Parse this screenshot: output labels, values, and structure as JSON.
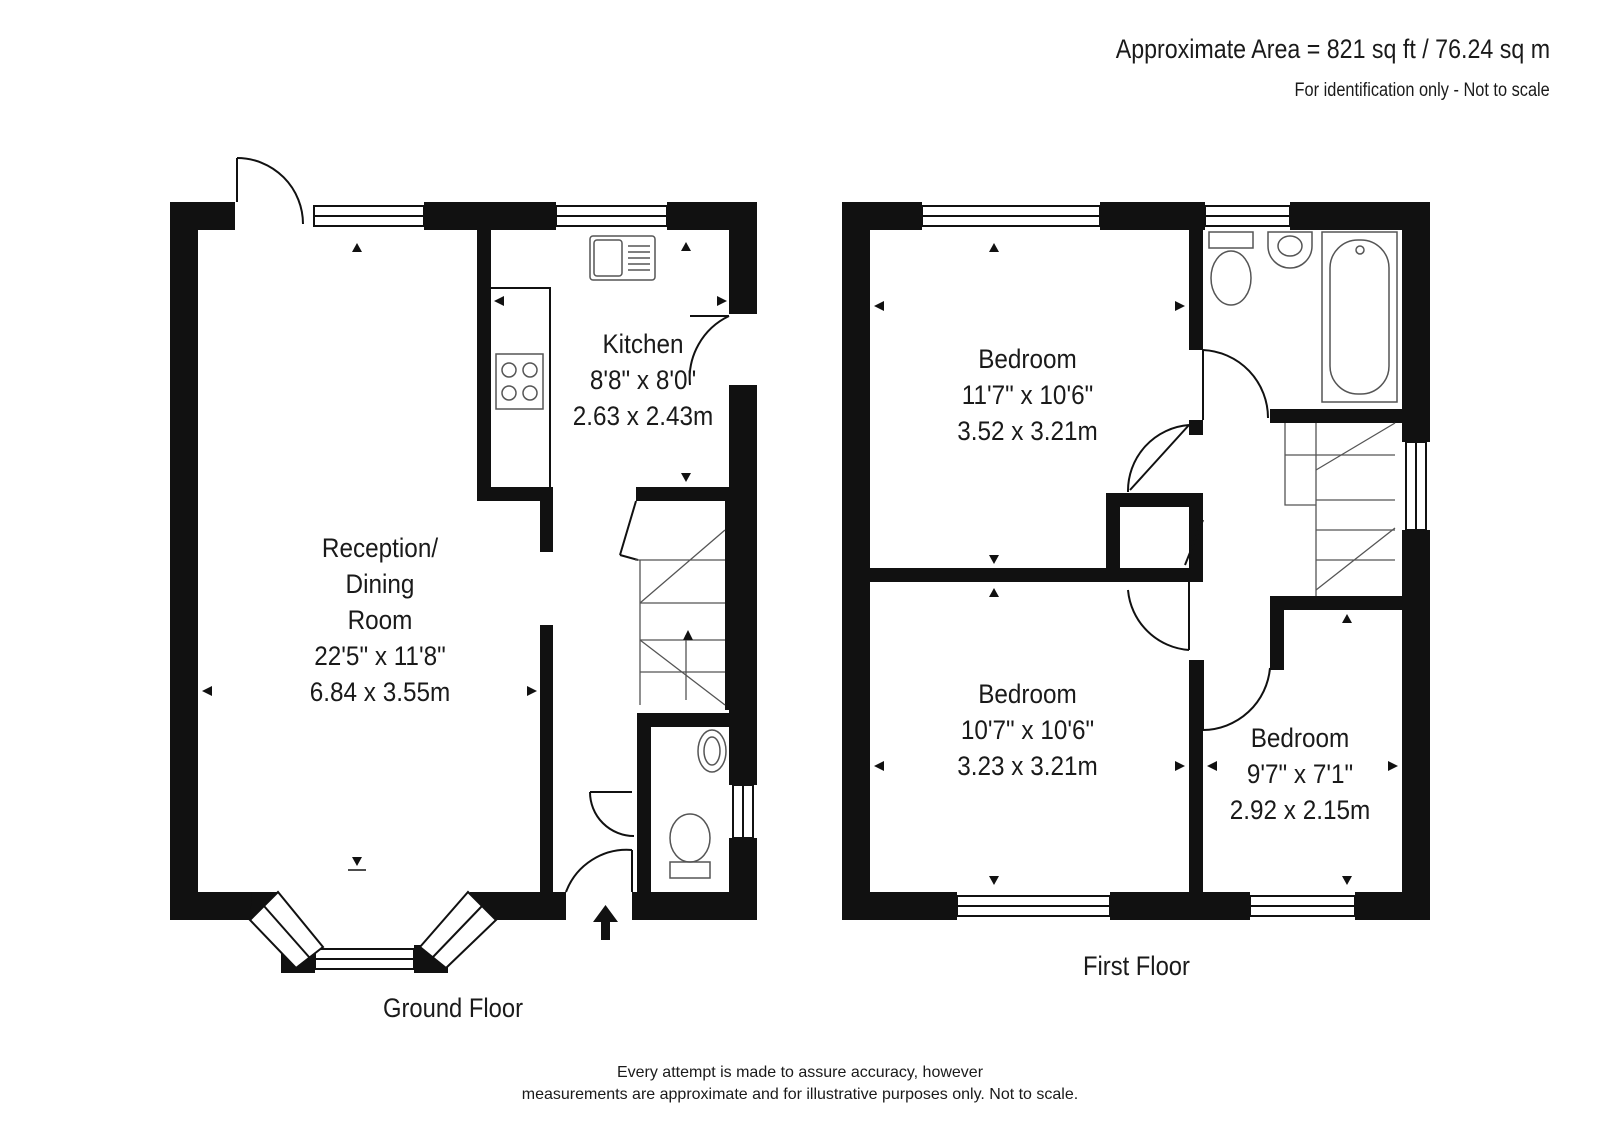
{
  "header": {
    "area": "Approximate Area = 821 sq ft / 76.24 sq m",
    "identification": "For identification only - Not to scale"
  },
  "floors": {
    "ground": "Ground Floor",
    "first": "First Floor"
  },
  "rooms": {
    "kitchen": {
      "name": "Kitchen",
      "imperial": "8'8\" x 8'0\"",
      "metric": "2.63 x 2.43m"
    },
    "reception": {
      "name_line1": "Reception/",
      "name_line2": "Dining",
      "name_line3": "Room",
      "imperial": "22'5\" x 11'8\"",
      "metric": "6.84 x 3.55m"
    },
    "bedroom1": {
      "name": "Bedroom",
      "imperial": "11'7\" x 10'6\"",
      "metric": "3.52 x 3.21m"
    },
    "bedroom2": {
      "name": "Bedroom",
      "imperial": "10'7\" x 10'6\"",
      "metric": "3.23 x 3.21m"
    },
    "bedroom3": {
      "name": "Bedroom",
      "imperial": "9'7\" x 7'1\"",
      "metric": "2.92 x 2.15m"
    }
  },
  "disclaimer": {
    "line1": "Every attempt is made to assure accuracy, however",
    "line2": "measurements are approximate and for illustrative purposes only. Not to scale."
  },
  "colors": {
    "wall": "#111111",
    "fixture": "#555555"
  }
}
